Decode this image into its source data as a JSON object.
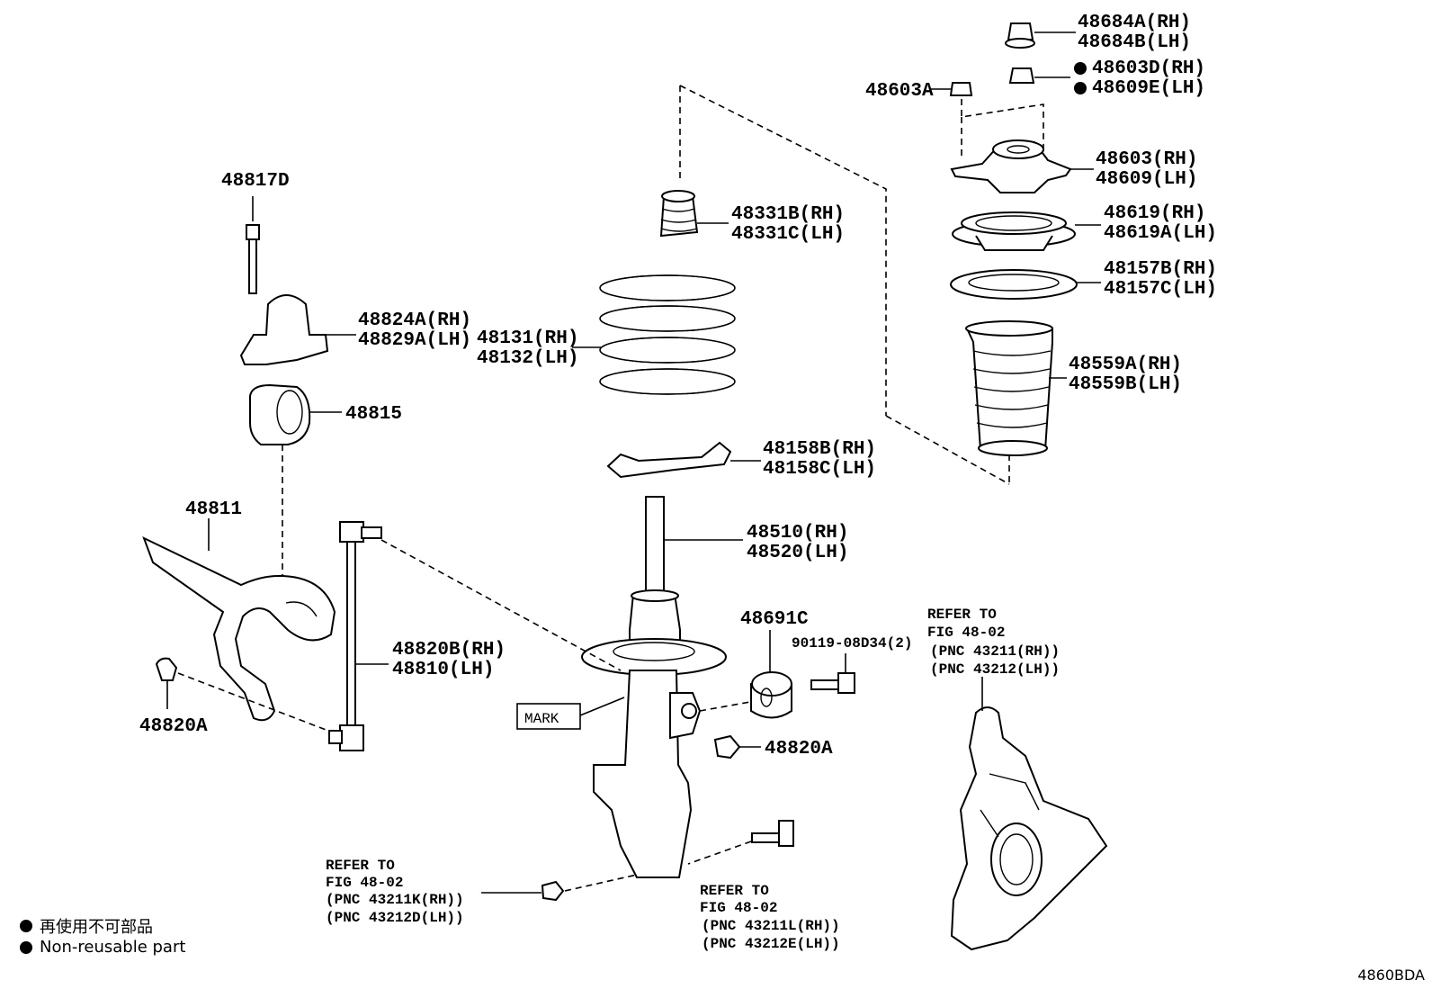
{
  "labels": {
    "p48684_rh": "48684A(RH)",
    "p48684_lh": "48684B(LH)",
    "p48603d_rh": "48603D(RH)",
    "p48609e_lh": "48609E(LH)",
    "p48603a": "48603A",
    "p48603_rh": "48603(RH)",
    "p48609_lh": "48609(LH)",
    "p48619_rh": "48619(RH)",
    "p48619a_lh": "48619A(LH)",
    "p48157b_rh": "48157B(RH)",
    "p48157c_lh": "48157C(LH)",
    "p48559a_rh": "48559A(RH)",
    "p48559b_lh": "48559B(LH)",
    "p48331b_rh": "48331B(RH)",
    "p48331c_lh": "48331C(LH)",
    "p48131_rh": "48131(RH)",
    "p48132_lh": "48132(LH)",
    "p48158b_rh": "48158B(RH)",
    "p48158c_lh": "48158C(LH)",
    "p48510_rh": "48510(RH)",
    "p48520_lh": "48520(LH)",
    "p48691c": "48691C",
    "p90119": "90119-08D34(2)",
    "p48817d": "48817D",
    "p48824a_rh": "48824A(RH)",
    "p48829a_lh": "48829A(LH)",
    "p48815": "48815",
    "p48811": "48811",
    "p48820b_rh": "48820B(RH)",
    "p48810_lh": "48810(LH)",
    "p48820a_left": "48820A",
    "p48820a_right": "48820A",
    "mark": "MARK",
    "ref_knuckle_1": "REFER TO",
    "ref_knuckle_2": "FIG 48-02",
    "ref_knuckle_3": "(PNC 43211(RH))",
    "ref_knuckle_4": "(PNC 43212(LH))",
    "ref_nut_1": "REFER TO",
    "ref_nut_2": "FIG 48-02",
    "ref_nut_3": "(PNC 43211K(RH))",
    "ref_nut_4": "(PNC 43212D(LH))",
    "ref_bolt_1": "REFER TO",
    "ref_bolt_2": "FIG 48-02",
    "ref_bolt_3": "(PNC 43211L(RH))",
    "ref_bolt_4": "(PNC 43212E(LH))"
  },
  "legend": {
    "line1": "再使用不可部品",
    "line2": "Non-reusable part"
  },
  "figure_code": "4860BDA",
  "colors": {
    "ink": "#000000",
    "paper": "#ffffff"
  }
}
